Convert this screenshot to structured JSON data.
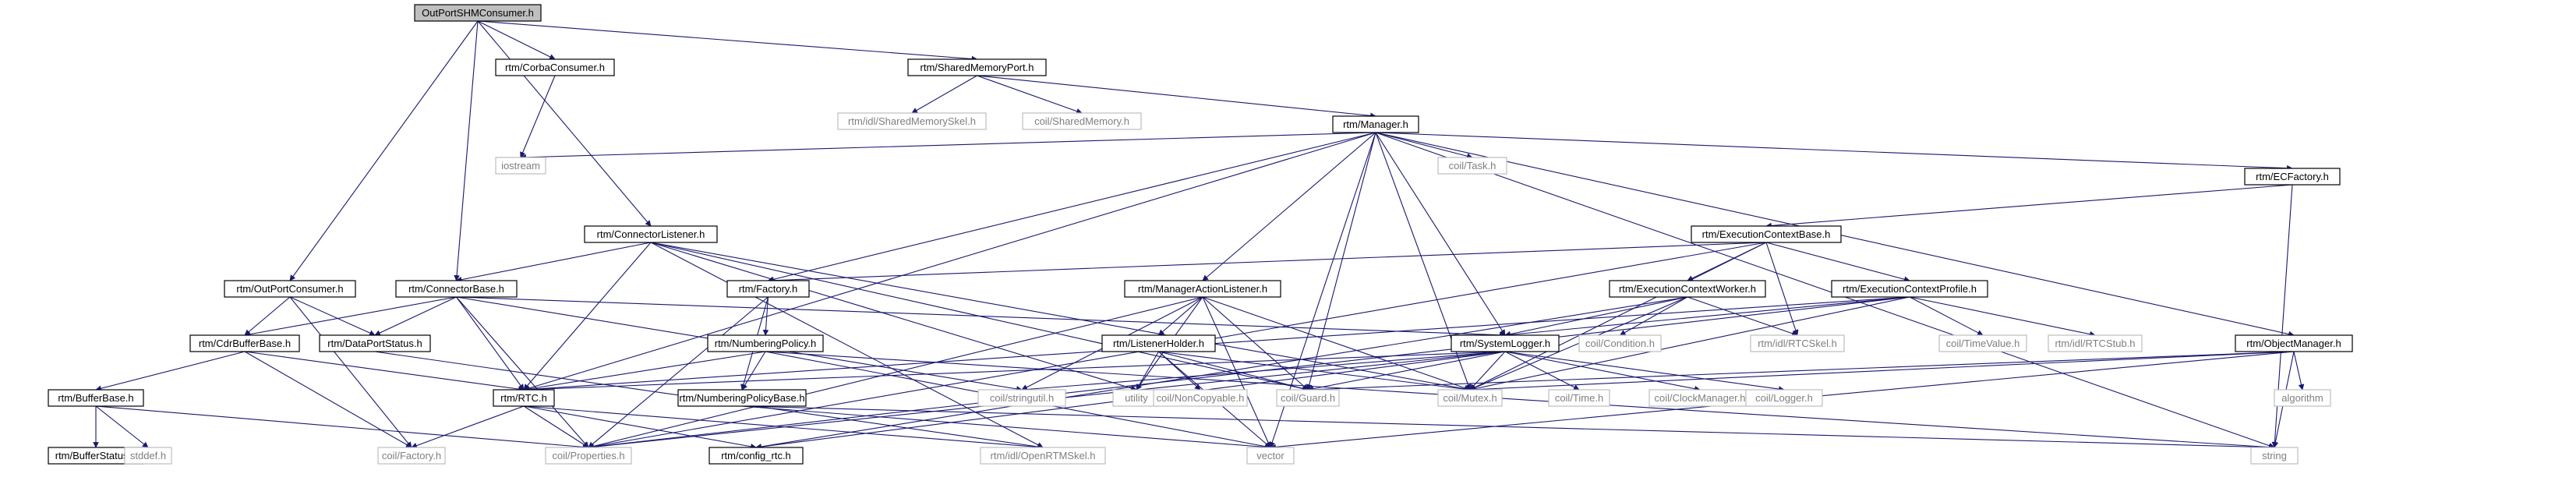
{
  "title_node": "OutPortSHMConsumer.h",
  "colors": {
    "edge": "#191970",
    "root_fill": "#bfbfbf",
    "node_border": "#000000",
    "external_border": "#bfbfbf",
    "external_text": "#7f7f7f"
  },
  "nodes": [
    {
      "id": "root",
      "label": "OutPortSHMConsumer.h",
      "kind": "header"
    },
    {
      "id": "corbacons",
      "label": "rtm/CorbaConsumer.h",
      "kind": "local"
    },
    {
      "id": "shmport",
      "label": "rtm/SharedMemoryPort.h",
      "kind": "local"
    },
    {
      "id": "shmskel",
      "label": "rtm/idl/SharedMemorySkel.h",
      "kind": "external"
    },
    {
      "id": "shmem",
      "label": "coil/SharedMemory.h",
      "kind": "external"
    },
    {
      "id": "manager",
      "label": "rtm/Manager.h",
      "kind": "local"
    },
    {
      "id": "iostream",
      "label": "iostream",
      "kind": "external"
    },
    {
      "id": "task",
      "label": "coil/Task.h",
      "kind": "external"
    },
    {
      "id": "ecfactory",
      "label": "rtm/ECFactory.h",
      "kind": "local"
    },
    {
      "id": "connlistener",
      "label": "rtm/ConnectorListener.h",
      "kind": "local"
    },
    {
      "id": "ecbase",
      "label": "rtm/ExecutionContextBase.h",
      "kind": "local"
    },
    {
      "id": "outportcons",
      "label": "rtm/OutPortConsumer.h",
      "kind": "local"
    },
    {
      "id": "connbase",
      "label": "rtm/ConnectorBase.h",
      "kind": "local"
    },
    {
      "id": "factory",
      "label": "rtm/Factory.h",
      "kind": "local"
    },
    {
      "id": "malistener",
      "label": "rtm/ManagerActionListener.h",
      "kind": "local"
    },
    {
      "id": "ecworker",
      "label": "rtm/ExecutionContextWorker.h",
      "kind": "local"
    },
    {
      "id": "ecprofile",
      "label": "rtm/ExecutionContextProfile.h",
      "kind": "local"
    },
    {
      "id": "cdrbuf",
      "label": "rtm/CdrBufferBase.h",
      "kind": "local"
    },
    {
      "id": "dpstatus",
      "label": "rtm/DataPortStatus.h",
      "kind": "local"
    },
    {
      "id": "numpolicy",
      "label": "rtm/NumberingPolicy.h",
      "kind": "local"
    },
    {
      "id": "sysloger",
      "label": "rtm/SystemLogger.h",
      "kind": "local"
    },
    {
      "id": "listenerholder",
      "label": "rtm/ListenerHolder.h",
      "kind": "local"
    },
    {
      "id": "condition",
      "label": "coil/Condition.h",
      "kind": "external"
    },
    {
      "id": "rtcskel",
      "label": "rtm/idl/RTCSkel.h",
      "kind": "external"
    },
    {
      "id": "timevalue",
      "label": "coil/TimeValue.h",
      "kind": "external"
    },
    {
      "id": "rtcstub",
      "label": "rtm/idl/RTCStub.h",
      "kind": "external"
    },
    {
      "id": "objmgr",
      "label": "rtm/ObjectManager.h",
      "kind": "local"
    },
    {
      "id": "bufbase",
      "label": "rtm/BufferBase.h",
      "kind": "local"
    },
    {
      "id": "rtc",
      "label": "rtm/RTC.h",
      "kind": "local"
    },
    {
      "id": "numpolbase",
      "label": "rtm/NumberingPolicyBase.h",
      "kind": "local"
    },
    {
      "id": "stringutil",
      "label": "coil/stringutil.h",
      "kind": "external"
    },
    {
      "id": "utility",
      "label": "utility",
      "kind": "external"
    },
    {
      "id": "noncopyable",
      "label": "coil/NonCopyable.h",
      "kind": "external"
    },
    {
      "id": "guard",
      "label": "coil/Guard.h",
      "kind": "external"
    },
    {
      "id": "mutex",
      "label": "coil/Mutex.h",
      "kind": "external"
    },
    {
      "id": "time",
      "label": "coil/Time.h",
      "kind": "external"
    },
    {
      "id": "clockmgr",
      "label": "coil/ClockManager.h",
      "kind": "external"
    },
    {
      "id": "logger",
      "label": "coil/Logger.h",
      "kind": "external"
    },
    {
      "id": "algorithm",
      "label": "algorithm",
      "kind": "external"
    },
    {
      "id": "bufstatus",
      "label": "rtm/BufferStatus.h",
      "kind": "local"
    },
    {
      "id": "stddef",
      "label": "stddef.h",
      "kind": "external"
    },
    {
      "id": "cfactory",
      "label": "coil/Factory.h",
      "kind": "external"
    },
    {
      "id": "properties",
      "label": "coil/Properties.h",
      "kind": "external"
    },
    {
      "id": "configrtc",
      "label": "rtm/config_rtc.h",
      "kind": "local"
    },
    {
      "id": "openrtmskel",
      "label": "rtm/idl/OpenRTMSkel.h",
      "kind": "external"
    },
    {
      "id": "vector",
      "label": "vector",
      "kind": "external"
    },
    {
      "id": "string",
      "label": "string",
      "kind": "external"
    }
  ],
  "edges": [
    [
      "root",
      "corbacons"
    ],
    [
      "root",
      "shmport"
    ],
    [
      "root",
      "outportcons"
    ],
    [
      "root",
      "connlistener"
    ],
    [
      "root",
      "connbase"
    ],
    [
      "corbacons",
      "iostream"
    ],
    [
      "shmport",
      "shmskel"
    ],
    [
      "shmport",
      "shmem"
    ],
    [
      "shmport",
      "manager"
    ],
    [
      "manager",
      "iostream"
    ],
    [
      "manager",
      "task"
    ],
    [
      "manager",
      "ecfactory"
    ],
    [
      "manager",
      "factory"
    ],
    [
      "manager",
      "malistener"
    ],
    [
      "manager",
      "sysloger"
    ],
    [
      "manager",
      "objmgr"
    ],
    [
      "manager",
      "rtc"
    ],
    [
      "manager",
      "guard"
    ],
    [
      "manager",
      "mutex"
    ],
    [
      "manager",
      "vector"
    ],
    [
      "manager",
      "string"
    ],
    [
      "ecfactory",
      "ecbase"
    ],
    [
      "ecfactory",
      "string"
    ],
    [
      "ecbase",
      "factory"
    ],
    [
      "ecbase",
      "ecworker"
    ],
    [
      "ecbase",
      "ecprofile"
    ],
    [
      "ecbase",
      "rtcskel"
    ],
    [
      "ecbase",
      "properties"
    ],
    [
      "ecbase",
      "mutex"
    ],
    [
      "connlistener",
      "connbase"
    ],
    [
      "connlistener",
      "rtc"
    ],
    [
      "connlistener",
      "utility"
    ],
    [
      "connlistener",
      "guard"
    ],
    [
      "connlistener",
      "mutex"
    ],
    [
      "connlistener",
      "openrtmskel"
    ],
    [
      "outportcons",
      "cdrbuf"
    ],
    [
      "outportcons",
      "dpstatus"
    ],
    [
      "outportcons",
      "cfactory"
    ],
    [
      "connbase",
      "cdrbuf"
    ],
    [
      "connbase",
      "dpstatus"
    ],
    [
      "connbase",
      "rtc"
    ],
    [
      "connbase",
      "sysloger"
    ],
    [
      "connbase",
      "properties"
    ],
    [
      "connbase",
      "stringutil"
    ],
    [
      "factory",
      "numpolicy"
    ],
    [
      "factory",
      "numpolbase"
    ],
    [
      "factory",
      "properties"
    ],
    [
      "malistener",
      "listenerholder"
    ],
    [
      "malistener",
      "utility"
    ],
    [
      "malistener",
      "stringutil"
    ],
    [
      "malistener",
      "guard"
    ],
    [
      "malistener",
      "mutex"
    ],
    [
      "malistener",
      "vector"
    ],
    [
      "malistener",
      "properties"
    ],
    [
      "ecworker",
      "condition"
    ],
    [
      "ecworker",
      "rtcskel"
    ],
    [
      "ecworker",
      "sysloger"
    ],
    [
      "ecworker",
      "mutex"
    ],
    [
      "ecworker",
      "configrtc"
    ],
    [
      "ecprofile",
      "timevalue"
    ],
    [
      "ecprofile",
      "rtcstub"
    ],
    [
      "ecprofile",
      "sysloger"
    ],
    [
      "ecprofile",
      "mutex"
    ],
    [
      "ecprofile",
      "properties"
    ],
    [
      "ecprofile",
      "rtc"
    ],
    [
      "cdrbuf",
      "bufbase"
    ],
    [
      "cdrbuf",
      "rtc"
    ],
    [
      "cdrbuf",
      "cfactory"
    ],
    [
      "dpstatus",
      "openrtmskel"
    ],
    [
      "numpolicy",
      "rtc"
    ],
    [
      "numpolicy",
      "numpolbase"
    ],
    [
      "numpolicy",
      "vector"
    ],
    [
      "numpolicy",
      "string"
    ],
    [
      "sysloger",
      "rtc"
    ],
    [
      "sysloger",
      "guard"
    ],
    [
      "sysloger",
      "mutex"
    ],
    [
      "sysloger",
      "time"
    ],
    [
      "sysloger",
      "clockmgr"
    ],
    [
      "sysloger",
      "logger"
    ],
    [
      "sysloger",
      "stringutil"
    ],
    [
      "sysloger",
      "configrtc"
    ],
    [
      "sysloger",
      "properties"
    ],
    [
      "listenerholder",
      "utility"
    ],
    [
      "listenerholder",
      "noncopyable"
    ],
    [
      "listenerholder",
      "guard"
    ],
    [
      "listenerholder",
      "mutex"
    ],
    [
      "listenerholder",
      "vector"
    ],
    [
      "objmgr",
      "algorithm"
    ],
    [
      "objmgr",
      "string"
    ],
    [
      "objmgr",
      "vector"
    ],
    [
      "objmgr",
      "guard"
    ],
    [
      "objmgr",
      "mutex"
    ],
    [
      "bufbase",
      "bufstatus"
    ],
    [
      "bufbase",
      "stddef"
    ],
    [
      "bufbase",
      "properties"
    ],
    [
      "rtc",
      "cfactory"
    ],
    [
      "rtc",
      "properties"
    ],
    [
      "rtc",
      "configrtc"
    ],
    [
      "rtc",
      "openrtmskel"
    ],
    [
      "numpolbase",
      "string"
    ],
    [
      "numpolbase",
      "vector"
    ]
  ]
}
